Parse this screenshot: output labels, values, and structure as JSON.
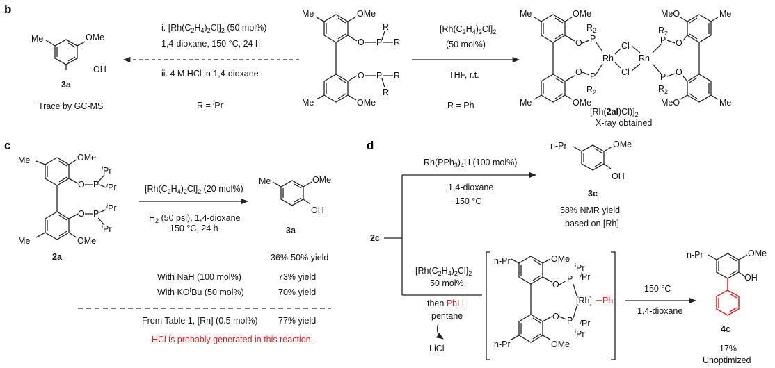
{
  "panel_b": {
    "label": "b",
    "left_product": {
      "me": "Me",
      "ome": "OMe",
      "oh": "OH",
      "compound": "3a",
      "note": "Trace by GC-MS"
    },
    "left_arrow": {
      "line1_pre": "i. [Rh(C",
      "s1": "2",
      "line1_mid": "H",
      "s2": "4",
      "line1_mid2": ")",
      "s3": "2",
      "line1_post": "Cl]",
      "s4": "2",
      "line1_end": " (50 mol%)",
      "line2": "1,4-dioxane, 150 °C, 24 h",
      "line3": "ii. 4 M HCl in 1,4-dioxane",
      "r_def_pre": "R = ",
      "r_def_sup": "i",
      "r_def_post": "Pr"
    },
    "center": {
      "me": "Me",
      "ome": "OMe",
      "o": "O",
      "p": "P",
      "r": "R"
    },
    "right_arrow": {
      "l1_pre": "[Rh(C",
      "l1_s1": "2",
      "l1_mid": "H",
      "l1_s2": "4",
      "l1_mid2": ")",
      "l1_s3": "2",
      "l1_post": "Cl]",
      "l1_s4": "2",
      "line2": "(50 mol%)",
      "line3": "THF, r.t.",
      "r_def": "R = Ph"
    },
    "dimer": {
      "me": "Me",
      "ome": "OMe",
      "meo": "MeO",
      "o": "O",
      "p": "P",
      "r2": "R",
      "r2sub": "2",
      "rh": "Rh",
      "cl": "Cl",
      "name_pre": "[Rh(",
      "name_bold": "2al",
      "name_post": ")Cl)]",
      "name_sub": "2",
      "note": "X-ray obtained"
    }
  },
  "panel_c": {
    "label": "c",
    "ligand": {
      "me": "Me",
      "ome": "OMe",
      "o": "O",
      "p": "P",
      "ipr_i": "i",
      "ipr": "Pr",
      "compound": "2a"
    },
    "arrow": {
      "l1_pre": "[Rh(C",
      "l1_s1": "2",
      "l1_mid": "H",
      "l1_s2": "4",
      "l1_mid2": ")",
      "l1_s3": "2",
      "l1_post": "Cl]",
      "l1_s4": "2",
      "l1_end": " (20 mol%)",
      "l2_pre": "H",
      "l2_sub": "2",
      "l2_post": " (50 psi), 1,4-dioxane",
      "l3": "150 °C, 24 h"
    },
    "product": {
      "me": "Me",
      "ome": "OMe",
      "oh": "OH",
      "compound": "3a"
    },
    "yields": {
      "base": "36%-50% yield",
      "nah_label": "With NaH (100 mol%)",
      "nah_yield": "73% yield",
      "kotbu_pre": "With KO",
      "kotbu_sup": "t",
      "kotbu_post": "Bu (50 mol%)",
      "kotbu_yield": "70% yield",
      "table_label": "From Table 1, [Rh] (0.5 mol%)",
      "table_yield": "77% yield",
      "note": "HCl is probably generated in this reaction."
    }
  },
  "panel_d": {
    "label": "d",
    "start": "2c",
    "top_arrow": {
      "l1_pre": "Rh(PPh",
      "l1_sub": "3",
      "l1_mid": ")",
      "l1_sub2": "4",
      "l1_post": "H (100 mol%)",
      "l2": "1,4-dioxane",
      "l3": "150 °C"
    },
    "top_product": {
      "npr": "n-Pr",
      "ome": "OMe",
      "oh": "OH",
      "compound": "3c",
      "yield1": "58% NMR yield",
      "yield2": "based on [Rh]"
    },
    "bottom_reagents": {
      "l1_pre": "[Rh(C",
      "l1_s1": "2",
      "l1_mid": "H",
      "l1_s2": "4",
      "l1_mid2": ")",
      "l1_s3": "2",
      "l1_post": "Cl]",
      "l1_s4": "2",
      "l2": "50 mol%",
      "l3_pre": "then ",
      "l3_red": "Ph",
      "l3_post": "Li",
      "l4": "pentane",
      "byproduct": "LiCl"
    },
    "intermediate": {
      "npr": "n-Pr",
      "ome": "OMe",
      "o": "O",
      "p": "P",
      "ipr_i": "i",
      "ipr": "Pr",
      "rh": "[Rh]",
      "ph": "Ph"
    },
    "final_arrow": {
      "l1": "150 °C",
      "l2": "1,4-dioxane"
    },
    "final_product": {
      "npr": "n-Pr",
      "ome": "OMe",
      "oh": "OH",
      "compound": "4c",
      "yield": "17%",
      "note": "Unoptimized"
    }
  }
}
